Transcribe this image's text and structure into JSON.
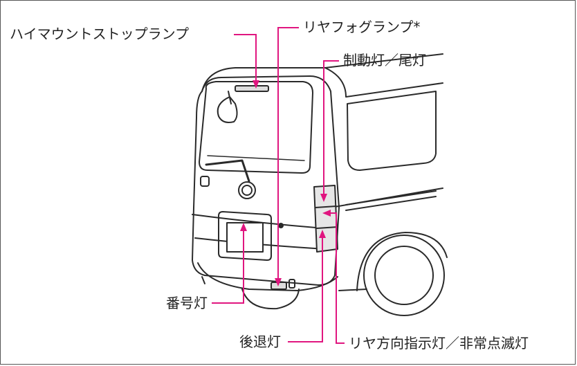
{
  "labels": {
    "high_mount_stop_lamp": "ハイマウントストップランプ",
    "rear_fog_lamp": "リヤフォグランプ*",
    "brake_tail_lamp": "制動灯／尾灯",
    "license_plate_lamp": "番号灯",
    "backup_lamp": "後退灯",
    "turn_hazard_lamp": "リヤ方向指示灯／非常点滅灯"
  },
  "colors": {
    "leader": "#e0157f",
    "outline": "#2a2a2a",
    "frame": "#555555"
  }
}
